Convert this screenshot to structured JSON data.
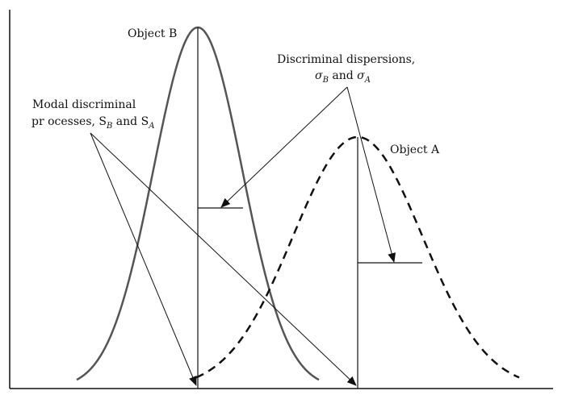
{
  "diagram": {
    "colors": {
      "curve_b": "#555555",
      "curve_a": "#111111",
      "lines": "#111111",
      "axes": "#111111",
      "background": "#ffffff"
    },
    "labels": {
      "object_b": "Object B",
      "object_a": "Object A",
      "dispersions_line1": "Discriminal dispersions,",
      "dispersions_sigma1": "σ",
      "dispersions_sub1": "B",
      "dispersions_and": " and ",
      "dispersions_sigma2": "σ",
      "dispersions_sub2": "A",
      "modal_line1": "Modal discriminal",
      "modal_line2": "pr ocesses, S",
      "modal_sub1": "B",
      "modal_and": " and S",
      "modal_sub2": "A"
    },
    "curves": [
      {
        "name": "Object B",
        "style": "solid"
      },
      {
        "name": "Object A",
        "style": "dashed"
      }
    ]
  }
}
